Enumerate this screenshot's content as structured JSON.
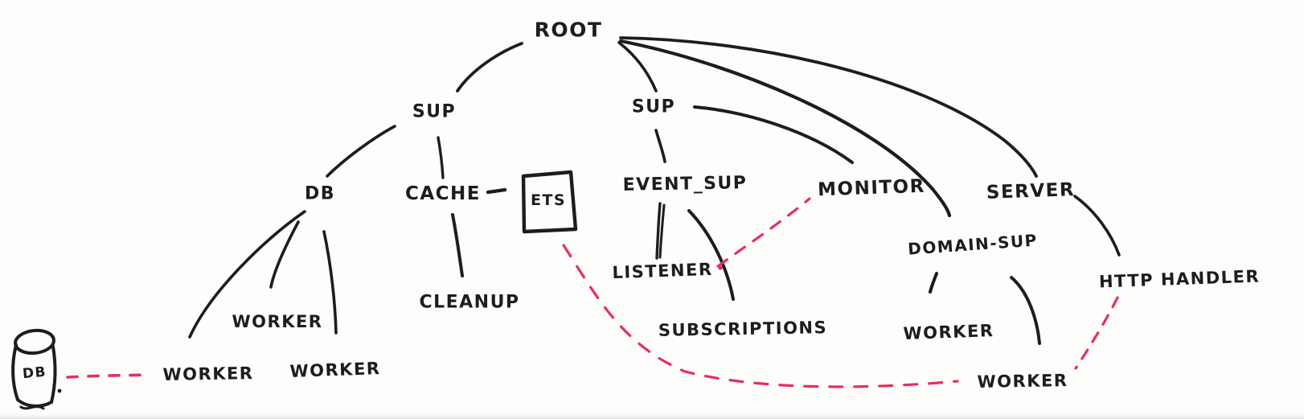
{
  "diagram": {
    "kind": "hand-drawn supervision tree sketch",
    "colors": {
      "ink": "#1d1d1d",
      "dashed_link": "#ea2d5c",
      "paper": "#fdfdfb"
    },
    "nodes": {
      "root": {
        "label": "ROOT"
      },
      "sup_left": {
        "label": "SUP"
      },
      "sup_right": {
        "label": "SUP"
      },
      "db_sup": {
        "label": "DB"
      },
      "cache": {
        "label": "CACHE"
      },
      "ets_table": {
        "label": "ETS"
      },
      "cleanup": {
        "label": "CLEANUP"
      },
      "db_worker_top": {
        "label": "WORKER"
      },
      "db_worker_left": {
        "label": "WORKER"
      },
      "db_worker_right": {
        "label": "WORKER"
      },
      "db_store": {
        "label": "DB"
      },
      "event_sup": {
        "label": "EVENT_SUP"
      },
      "listener": {
        "label": "LISTENER"
      },
      "subscriptions": {
        "label": "SUBSCRIPTIONS"
      },
      "monitor": {
        "label": "MONITOR"
      },
      "domain_sup": {
        "label": "DOMAIN-SUP"
      },
      "domain_worker_left": {
        "label": "WORKER"
      },
      "domain_worker_bottom": {
        "label": "WORKER"
      },
      "server": {
        "label": "SERVER"
      },
      "http_handler": {
        "label": "HTTP HANDLER"
      }
    },
    "edges": {
      "solid": [
        {
          "from": "root",
          "to": "sup_left"
        },
        {
          "from": "root",
          "to": "sup_right"
        },
        {
          "from": "root",
          "to": "domain_sup"
        },
        {
          "from": "root",
          "to": "server"
        },
        {
          "from": "sup_left",
          "to": "db_sup"
        },
        {
          "from": "sup_left",
          "to": "cache"
        },
        {
          "from": "cache",
          "to": "ets_table"
        },
        {
          "from": "cache",
          "to": "cleanup"
        },
        {
          "from": "db_sup",
          "to": "db_worker_left"
        },
        {
          "from": "db_sup",
          "to": "db_worker_top"
        },
        {
          "from": "db_sup",
          "to": "db_worker_right"
        },
        {
          "from": "sup_right",
          "to": "event_sup"
        },
        {
          "from": "sup_right",
          "to": "monitor"
        },
        {
          "from": "event_sup",
          "to": "listener"
        },
        {
          "from": "event_sup",
          "to": "subscriptions"
        },
        {
          "from": "domain_sup",
          "to": "domain_worker_left"
        },
        {
          "from": "domain_sup",
          "to": "domain_worker_bottom"
        },
        {
          "from": "server",
          "to": "http_handler"
        }
      ],
      "dashed": [
        {
          "from": "db_store",
          "to": "db_worker_left"
        },
        {
          "from": "ets_table",
          "to": "domain_worker_bottom"
        },
        {
          "from": "listener",
          "to": "monitor"
        },
        {
          "from": "http_handler",
          "to": "domain_worker_bottom"
        }
      ]
    }
  }
}
